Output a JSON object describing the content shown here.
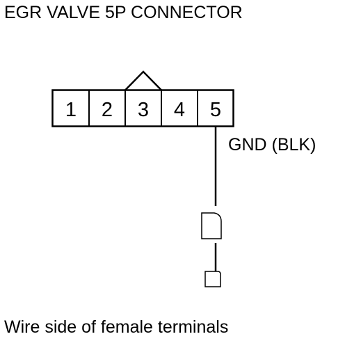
{
  "title": "EGR VALVE 5P CONNECTOR",
  "connector": {
    "pins": [
      "1",
      "2",
      "3",
      "4",
      "5"
    ]
  },
  "wire": {
    "label": "GND (BLK)"
  },
  "caption": "Wire side of female terminals",
  "colors": {
    "line": "#000000",
    "background": "#ffffff"
  }
}
